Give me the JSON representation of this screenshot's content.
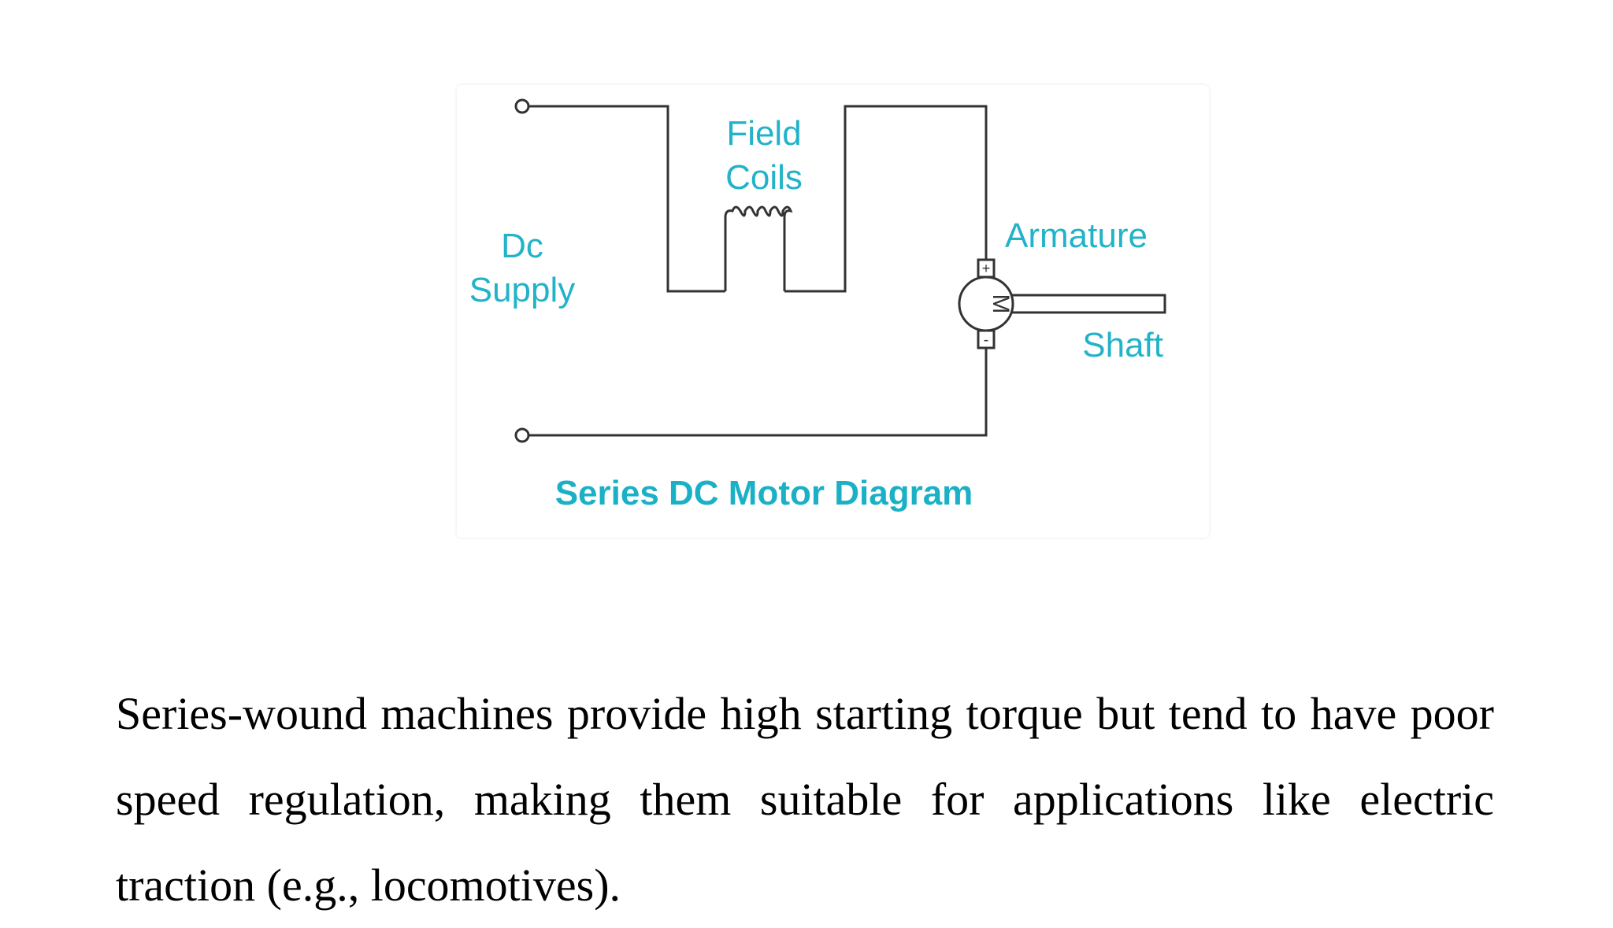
{
  "diagram": {
    "labels": {
      "dc_line1": "Dc",
      "dc_line2": "Supply",
      "field_line1": "Field",
      "field_line2": "Coils",
      "armature": "Armature",
      "shaft": "Shaft",
      "motor_symbol": "M",
      "plus": "+",
      "minus": "-"
    },
    "title": "Series DC Motor Diagram",
    "colors": {
      "label": "#23b3c9",
      "wire": "#333333"
    }
  },
  "paragraph": "Series-wound machines provide high starting torque but tend to have poor speed regulation, making them suitable for applications like electric traction (e.g., locomotives)."
}
